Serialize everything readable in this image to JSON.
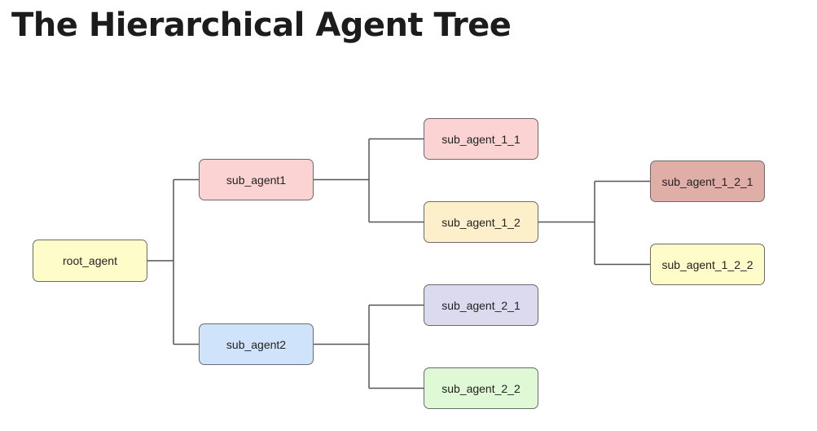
{
  "title": "The Hierarchical Agent Tree",
  "tree": {
    "nodes": [
      {
        "id": "root_agent",
        "label": "root_agent",
        "color": "#fefcc8"
      },
      {
        "id": "sub_agent1",
        "label": "sub_agent1",
        "color": "#fbd3d3"
      },
      {
        "id": "sub_agent2",
        "label": "sub_agent2",
        "color": "#cfe4fb"
      },
      {
        "id": "sub_agent_1_1",
        "label": "sub_agent_1_1",
        "color": "#fbd3d3"
      },
      {
        "id": "sub_agent_1_2",
        "label": "sub_agent_1_2",
        "color": "#fdefc9"
      },
      {
        "id": "sub_agent_2_1",
        "label": "sub_agent_2_1",
        "color": "#dcdaee"
      },
      {
        "id": "sub_agent_2_2",
        "label": "sub_agent_2_2",
        "color": "#dff8d6"
      },
      {
        "id": "sub_agent_1_2_1",
        "label": "sub_agent_1_2_1",
        "color": "#dfaea6"
      },
      {
        "id": "sub_agent_1_2_2",
        "label": "sub_agent_1_2_2",
        "color": "#fefcc8"
      }
    ],
    "edges": [
      {
        "from": "root_agent",
        "to": "sub_agent1"
      },
      {
        "from": "root_agent",
        "to": "sub_agent2"
      },
      {
        "from": "sub_agent1",
        "to": "sub_agent_1_1"
      },
      {
        "from": "sub_agent1",
        "to": "sub_agent_1_2"
      },
      {
        "from": "sub_agent_1_2",
        "to": "sub_agent_1_2_1"
      },
      {
        "from": "sub_agent_1_2",
        "to": "sub_agent_1_2_2"
      },
      {
        "from": "sub_agent2",
        "to": "sub_agent_2_1"
      },
      {
        "from": "sub_agent2",
        "to": "sub_agent_2_2"
      }
    ],
    "line_color": "#555555"
  }
}
